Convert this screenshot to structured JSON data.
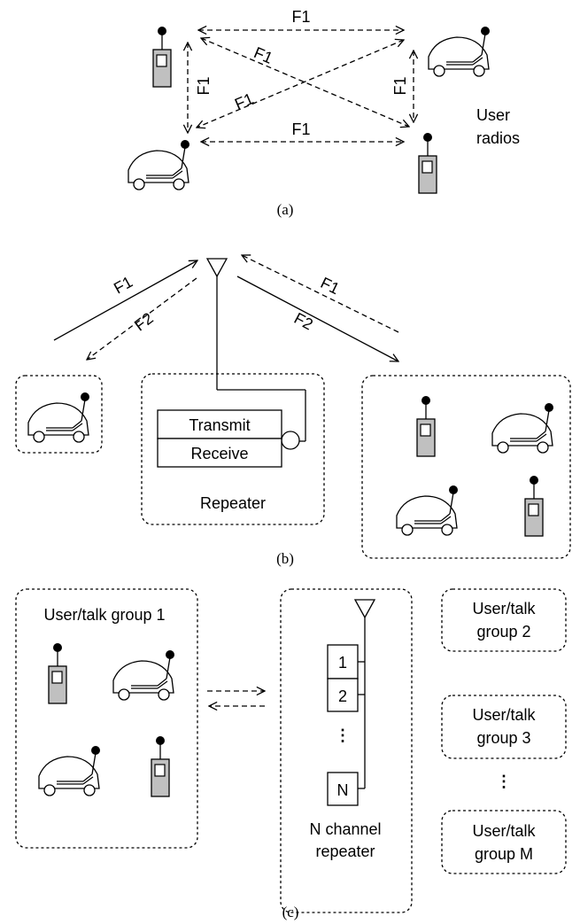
{
  "panel_a": {
    "link_labels": [
      "F1",
      "F1",
      "F1",
      "F1",
      "F1",
      "F1"
    ],
    "user_radios_line1": "User",
    "user_radios_line2": "radios",
    "caption": "(a)"
  },
  "panel_b": {
    "uplink_label_left": "F1",
    "downlink_label_left": "F2",
    "uplink_label_right": "F1",
    "downlink_label_right": "F2",
    "transmit": "Transmit",
    "receive": "Receive",
    "repeater": "Repeater",
    "caption": "(b)"
  },
  "panel_c": {
    "group1": "User/talk group 1",
    "channels": [
      "1",
      "2",
      "N"
    ],
    "channel_ellipsis": "⋮",
    "repeater_line1": "N channel",
    "repeater_line2": "repeater",
    "group2_line1": "User/talk",
    "group2_line2": "group 2",
    "group3_line1": "User/talk",
    "group3_line2": "group 3",
    "group_ellipsis": "⋮",
    "groupM_line1": "User/talk",
    "groupM_line2": "group M",
    "caption": "(c)"
  }
}
